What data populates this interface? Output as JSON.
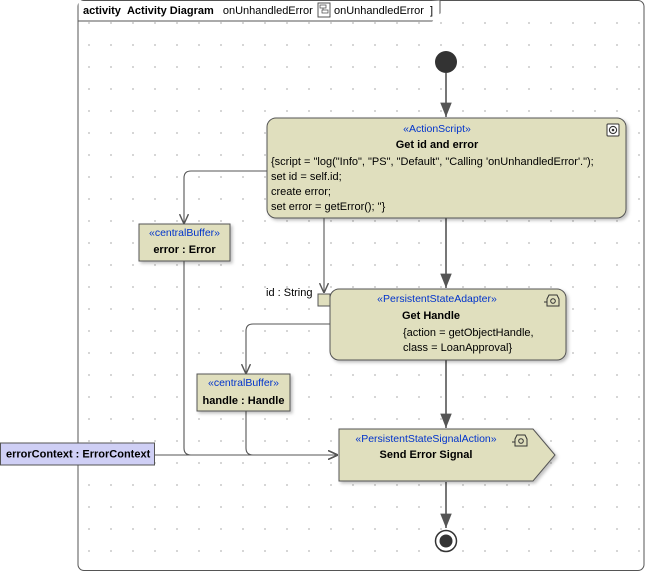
{
  "frame": {
    "kind": "activity",
    "title": "Activity Diagram",
    "name": "onUnhandledError",
    "ref_open": "[",
    "ref_name": "onUnhandledError",
    "ref_close": "]"
  },
  "nodes": {
    "action_script": {
      "stereotype": "«ActionScript»",
      "name": "Get id and error",
      "lines": [
        "{script = \"log(\"Info\", \"PS\", \"Default\", \"Calling 'onUnhandledError'.\");",
        "set id = self.id;",
        "create error;",
        "set error = getError(); \"}"
      ]
    },
    "buffer_error": {
      "stereotype": "«centralBuffer»",
      "name": "error : Error"
    },
    "get_handle": {
      "stereotype": "«PersistentStateAdapter»",
      "name": "Get Handle",
      "lines": [
        "{action = getObjectHandle,",
        "class = LoanApproval}"
      ]
    },
    "id_pin_label": "id : String",
    "buffer_handle": {
      "stereotype": "«centralBuffer»",
      "name": "handle : Handle"
    },
    "send_signal": {
      "stereotype": "«PersistentStateSignalAction»",
      "name": "Send Error Signal"
    },
    "error_context": {
      "name": "errorContext : ErrorContext"
    }
  },
  "colors": {
    "node_fill": "#e0dfbe",
    "node_stroke": "#555555",
    "param_fill": "#cfcff5",
    "stereotype": "#0033cc",
    "grid_dot": "#b8b8b8"
  }
}
